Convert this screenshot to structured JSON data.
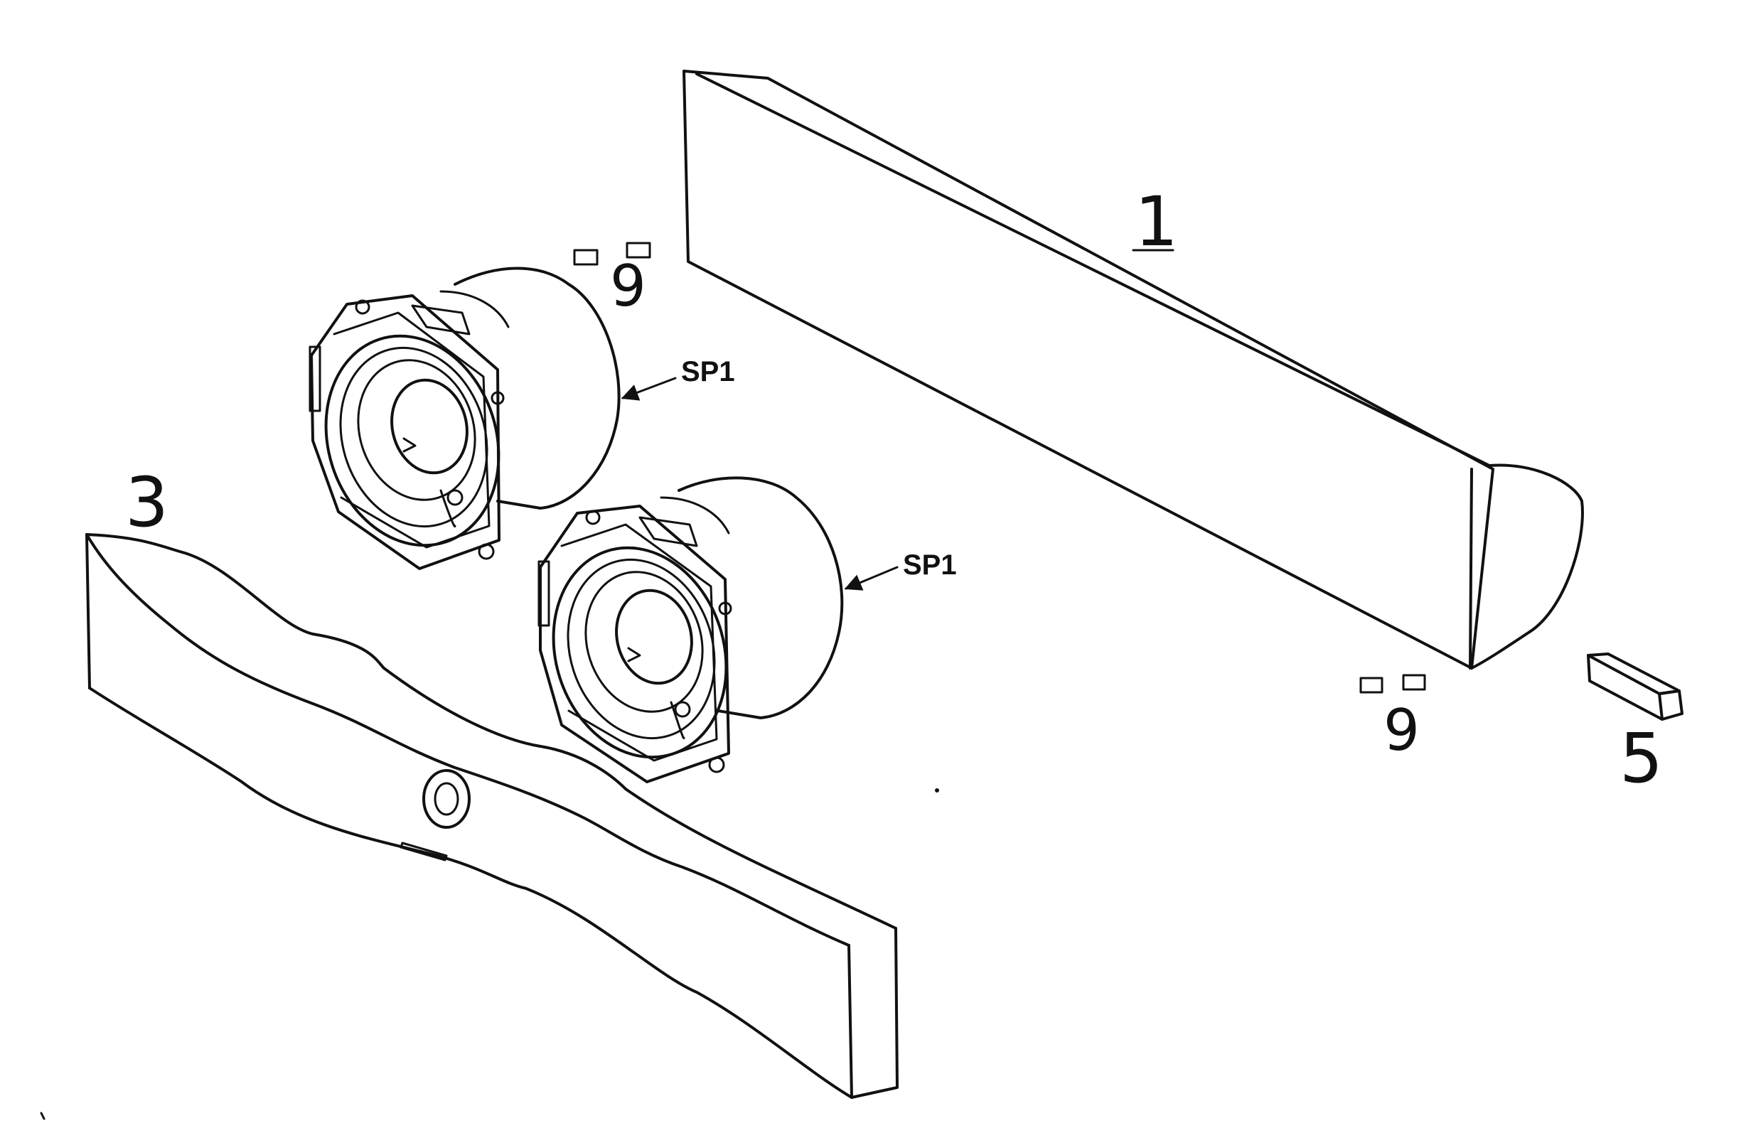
{
  "labels": {
    "part_1": "1",
    "part_3": "3",
    "part_5": "5",
    "part_9_top": "9",
    "part_9_bottom": "9",
    "speaker_upper": "SP1",
    "speaker_lower": "SP1"
  },
  "colors": {
    "ink": "#111111",
    "paper": "#ffffff"
  }
}
